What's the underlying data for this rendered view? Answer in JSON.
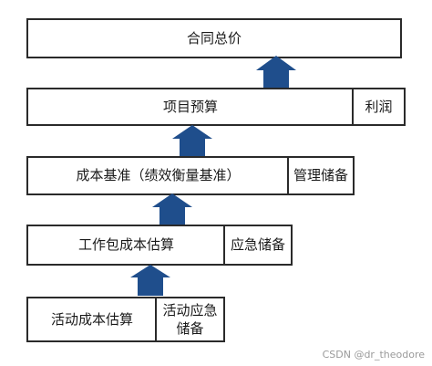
{
  "diagram": {
    "levels": {
      "contract_total": {
        "label": "合同总价"
      },
      "project_budget": {
        "label": "项目预算",
        "side_label": "利润"
      },
      "cost_baseline": {
        "label": "成本基准（绩效衡量基准）",
        "side_label": "管理储备"
      },
      "work_package_cost": {
        "label": "工作包成本估算",
        "side_label": "应急储备"
      },
      "activity_cost": {
        "label": "活动成本估算",
        "side_label": "活动应急储备"
      }
    },
    "arrow_color": "#1f4e8c",
    "border_color": "#2a2a2a"
  },
  "watermark": "CSDN @dr_theodore"
}
